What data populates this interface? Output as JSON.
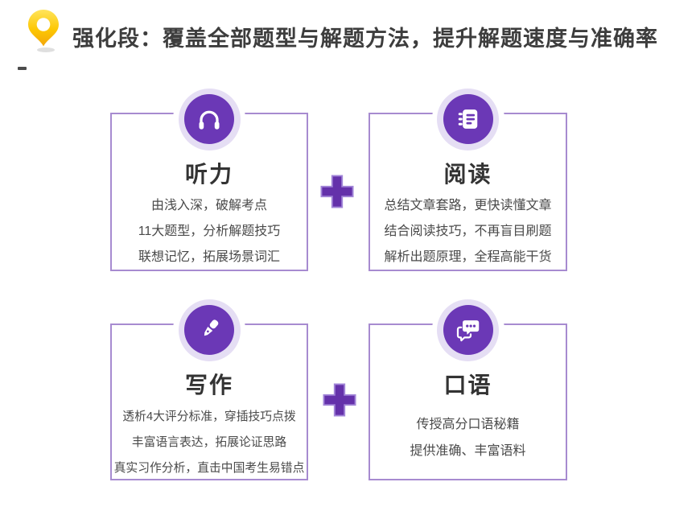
{
  "header": {
    "title": "强化段：覆盖全部题型与解题方法，提升解题速度与准确率",
    "pin_icon": "location-pin-icon"
  },
  "colors": {
    "accent_purple": "#6b38b6",
    "halo_purple": "#e5def4",
    "card_border_purple": "#a78bd0",
    "plus_purple": "#6431aa",
    "pin_yellow_top": "#ffe45c",
    "pin_yellow_bottom": "#f2a50a",
    "title_text": "#3d3d3d",
    "body_text": "#4a4a4a"
  },
  "separators": {
    "plus_symbol": "+"
  },
  "cards": [
    {
      "icon": "headphones-icon",
      "title": "听力",
      "lines": [
        "由浅入深，破解考点",
        "11大题型，分析解题技巧",
        "联想记忆，拓展场景词汇"
      ]
    },
    {
      "icon": "notebook-icon",
      "title": "阅读",
      "lines": [
        "总结文章套路，更快读懂文章",
        "结合阅读技巧，不再盲目刷题",
        "解析出题原理，全程高能干货"
      ]
    },
    {
      "icon": "pen-icon",
      "title": "写作",
      "lines": [
        "透析4大评分标准，穿插技巧点拨",
        "丰富语言表达，拓展论证思路",
        "真实习作分析，直击中国考生易错点"
      ]
    },
    {
      "icon": "speech-bubbles-icon",
      "title": "口语",
      "lines": [
        "传授高分口语秘籍",
        "提供准确、丰富语料"
      ]
    }
  ]
}
